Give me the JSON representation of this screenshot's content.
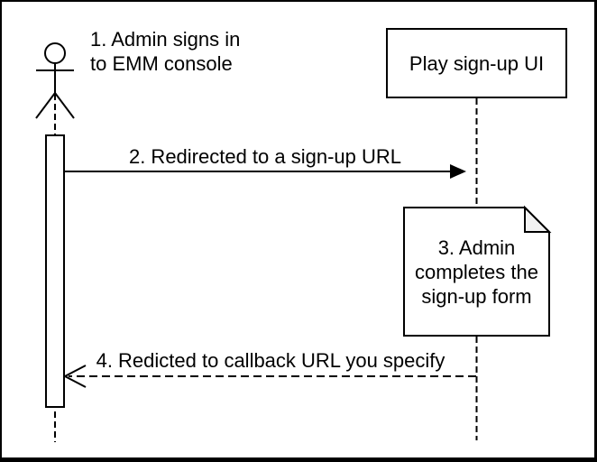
{
  "colors": {
    "background": "#ffffff",
    "stroke": "#000000",
    "shape_fill": "#ffffff",
    "note_fold_fill": "#f2f2f2"
  },
  "actor": {
    "label_lines": [
      "1. Admin signs in",
      "to EMM console"
    ]
  },
  "participant": {
    "label": "Play sign-up UI"
  },
  "messages": {
    "redirect_signup": {
      "label": "2. Redirected to a sign-up URL",
      "line_style": "solid",
      "direction": "left-to-right"
    },
    "redirect_callback": {
      "label": "4. Redicted to callback URL you specify",
      "line_style": "dashed",
      "direction": "right-to-left"
    }
  },
  "note": {
    "lines": [
      "3. Admin",
      "completes the",
      "sign-up form"
    ]
  }
}
